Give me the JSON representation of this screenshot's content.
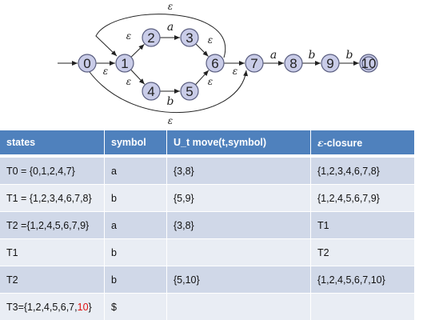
{
  "diagram": {
    "states": [
      "0",
      "1",
      "2",
      "3",
      "4",
      "5",
      "6",
      "7",
      "8",
      "9",
      "10"
    ],
    "accepting_state": "10",
    "transitions": [
      {
        "from": "0",
        "to": "1",
        "label": "ε"
      },
      {
        "from": "1",
        "to": "2",
        "label": "ε"
      },
      {
        "from": "2",
        "to": "3",
        "label": "a"
      },
      {
        "from": "3",
        "to": "6",
        "label": "ε"
      },
      {
        "from": "1",
        "to": "4",
        "label": "ε"
      },
      {
        "from": "4",
        "to": "5",
        "label": "b"
      },
      {
        "from": "5",
        "to": "6",
        "label": "ε"
      },
      {
        "from": "6",
        "to": "1",
        "label": "ε"
      },
      {
        "from": "0",
        "to": "7",
        "label": "ε"
      },
      {
        "from": "6",
        "to": "7",
        "label": "ε"
      },
      {
        "from": "7",
        "to": "8",
        "label": "a"
      },
      {
        "from": "8",
        "to": "9",
        "label": "b"
      },
      {
        "from": "9",
        "to": "10",
        "label": "b"
      }
    ]
  },
  "table": {
    "headers": {
      "states": "states",
      "symbol": "symbol",
      "move": "U_t move(t,symbol)",
      "closure_symbol": "ε",
      "closure_rest": "-closure"
    },
    "rows": [
      {
        "states": "T0 = {0,1,2,4,7}",
        "symbol": "a",
        "move": "{3,8}",
        "closure": "{1,2,3,4,6,7,8}"
      },
      {
        "states": "T1 = {1,2,3,4,6,7,8}",
        "symbol": "b",
        "move": "{5,9}",
        "closure": "{1,2,4,5,6,7,9}"
      },
      {
        "states": "T2 ={1,2,4,5,6,7,9}",
        "symbol": "a",
        "move": "{3,8}",
        "closure": "T1"
      },
      {
        "states": "T1",
        "symbol": "b",
        "move": "",
        "closure": "T2"
      },
      {
        "states": "T2",
        "symbol": "b",
        "move": "{5,10}",
        "closure": "{1,2,4,5,6,7,10}"
      },
      {
        "states_prefix": "T3={1,2,4,5,6,7,",
        "states_highlight": "10",
        "states_suffix": "}",
        "symbol": "$",
        "move": "",
        "closure": ""
      }
    ]
  },
  "colors": {
    "header_bg": "#4f81bd",
    "row_odd": "#d0d8e8",
    "row_even": "#e9edf4",
    "node_fill": "#c9cce8",
    "highlight": "#e01010"
  }
}
